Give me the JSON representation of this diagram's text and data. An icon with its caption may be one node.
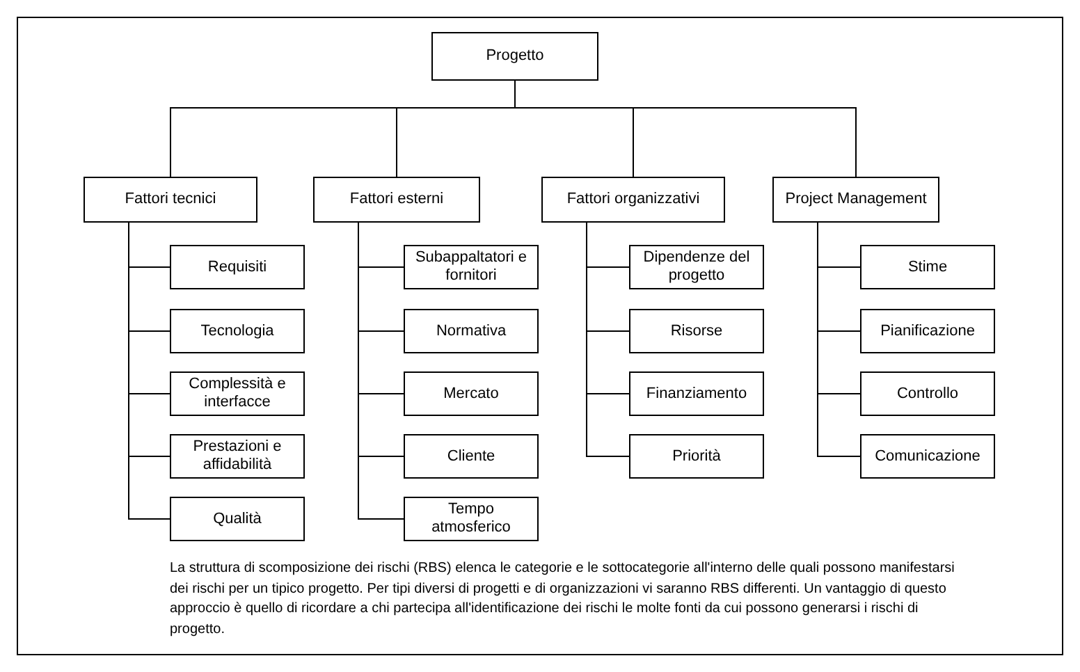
{
  "diagram": {
    "nodes": [
      {
        "text": [
          "Progetto"
        ]
      },
      {
        "text": [
          "Fattori tecnici"
        ]
      },
      {
        "text": [
          "Requisiti"
        ]
      },
      {
        "text": [
          "Tecnologia"
        ]
      },
      {
        "text": [
          "Complessità e interfacce"
        ]
      },
      {
        "text": [
          "Prestazioni e affidabilità"
        ]
      },
      {
        "text": [
          "Qualità"
        ]
      },
      {
        "text": [
          "Fattori esterni"
        ]
      },
      {
        "text": [
          "Subappaltatori e fornitori"
        ]
      },
      {
        "text": [
          "Normativa"
        ]
      },
      {
        "text": [
          "Mercato"
        ]
      },
      {
        "text": [
          "Cliente"
        ]
      },
      {
        "text": [
          "Tempo atmosferico"
        ]
      },
      {
        "text": [
          "Fattori organizzativi"
        ]
      },
      {
        "text": [
          "Dipendenze del progetto"
        ]
      },
      {
        "text": [
          "Risorse"
        ]
      },
      {
        "text": [
          "Finanziamento"
        ]
      },
      {
        "text": [
          "Priorità"
        ]
      },
      {
        "text": [
          "Project Management"
        ]
      },
      {
        "text": [
          "Stime"
        ]
      },
      {
        "text": [
          "Pianificazione"
        ]
      },
      {
        "text": [
          "Controllo"
        ]
      },
      {
        "text": [
          "Comunicazione"
        ]
      }
    ],
    "edges": [
      {
        "from": 0,
        "to": 1,
        "arrow": "none"
      },
      {
        "from": 0,
        "to": 7,
        "arrow": "none"
      },
      {
        "from": 0,
        "to": 13,
        "arrow": "none"
      },
      {
        "from": 0,
        "to": 18,
        "arrow": "none"
      },
      {
        "from": 1,
        "to": 2,
        "arrow": "none"
      },
      {
        "from": 1,
        "to": 3,
        "arrow": "none"
      },
      {
        "from": 1,
        "to": 4,
        "arrow": "none"
      },
      {
        "from": 1,
        "to": 5,
        "arrow": "none"
      },
      {
        "from": 1,
        "to": 6,
        "arrow": "none"
      },
      {
        "from": 7,
        "to": 8,
        "arrow": "none"
      },
      {
        "from": 7,
        "to": 9,
        "arrow": "none"
      },
      {
        "from": 7,
        "to": 10,
        "arrow": "none"
      },
      {
        "from": 7,
        "to": 11,
        "arrow": "none"
      },
      {
        "from": 7,
        "to": 12,
        "arrow": "none"
      },
      {
        "from": 13,
        "to": 14,
        "arrow": "none"
      },
      {
        "from": 13,
        "to": 15,
        "arrow": "none"
      },
      {
        "from": 13,
        "to": 16,
        "arrow": "none"
      },
      {
        "from": 13,
        "to": 17,
        "arrow": "none"
      },
      {
        "from": 18,
        "to": 19,
        "arrow": "none"
      },
      {
        "from": 18,
        "to": 20,
        "arrow": "none"
      },
      {
        "from": 18,
        "to": 21,
        "arrow": "none"
      },
      {
        "from": 18,
        "to": 22,
        "arrow": "none"
      }
    ],
    "caption": "La struttura di scomposizione dei rischi (RBS) elenca le categorie e le sottocategorie all'interno delle quali possono manifestarsi dei rischi per un tipico progetto. Per tipi diversi di progetti e di organizzazioni vi saranno RBS differenti. Un vantaggio di questo approccio è quello di ricordare a chi partecipa all'identificazione dei rischi le molte fonti da cui possono generarsi i rischi di progetto."
  }
}
